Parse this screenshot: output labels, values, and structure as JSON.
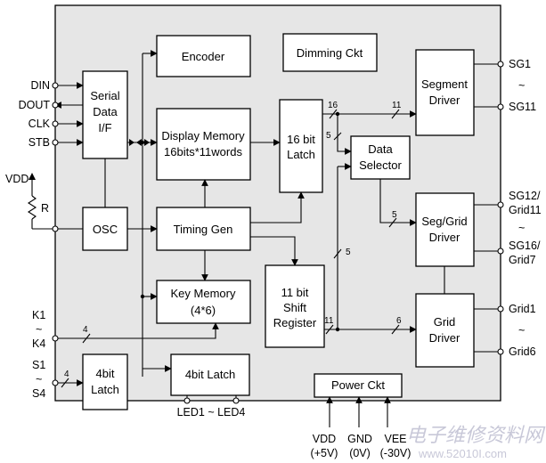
{
  "blocks": {
    "serial": [
      "Serial",
      "Data",
      "I/F"
    ],
    "encoder": "Encoder",
    "dimming": "Dimming Ckt",
    "display_memory": [
      "Display Memory",
      "16bits*11words"
    ],
    "latch16": [
      "16 bit",
      "Latch"
    ],
    "data_selector": [
      "Data",
      "Selector"
    ],
    "segment_driver": [
      "Segment",
      "Driver"
    ],
    "seg_grid_driver": [
      "Seg/Grid",
      "Driver"
    ],
    "grid_driver": [
      "Grid",
      "Driver"
    ],
    "osc": "OSC",
    "timing_gen": "Timing Gen",
    "key_memory": [
      "Key Memory",
      "(4*6)"
    ],
    "shift_register": [
      "11 bit",
      "Shift",
      "Register"
    ],
    "latch4": [
      "4bit",
      "Latch"
    ],
    "latch4_out": "4bit Latch",
    "power": "Power Ckt"
  },
  "pins_left": {
    "din": "DIN",
    "dout": "DOUT",
    "clk": "CLK",
    "stb": "STB",
    "vdd": "VDD",
    "r": "R",
    "k1": "K1",
    "k4": "K4",
    "s1": "S1",
    "s4": "S4",
    "tilde": "~"
  },
  "pins_right": {
    "sg1": "SG1",
    "sg11": "SG11",
    "sg12": "SG12/",
    "grid11": "Grid11",
    "sg16": "SG16/",
    "grid7": "Grid7",
    "grid1": "Grid1",
    "grid6": "Grid6",
    "tilde": "~"
  },
  "pins_bottom": {
    "led": "LED1 ~ LED4",
    "vdd": [
      "VDD",
      "(+5V)"
    ],
    "gnd": [
      "GND",
      "(0V)"
    ],
    "vee": [
      "VEE",
      "(-30V)"
    ]
  },
  "bus_widths": {
    "latch_out": "16",
    "seg_bus": "11",
    "sel_in_top": "5",
    "sel_out": "5",
    "shift_to_sel": "5",
    "shift_out": "11",
    "grid_bus": "6",
    "key_bus": "4",
    "switch_bus": "4"
  },
  "watermark": [
    "电子维修资料网",
    "www.52010I.com"
  ]
}
